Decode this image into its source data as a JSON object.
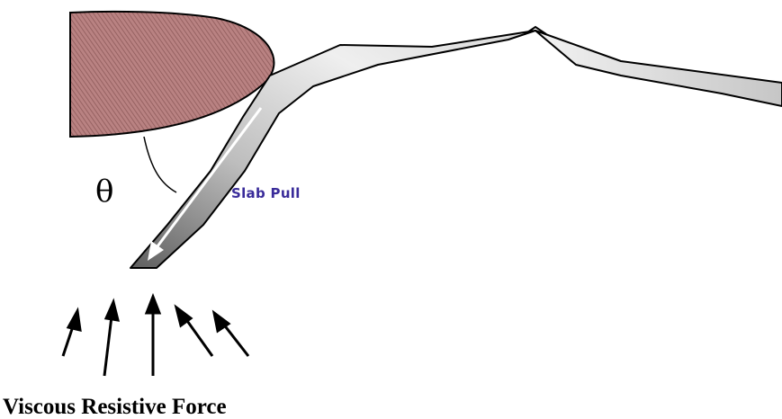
{
  "labels": {
    "angle": "θ",
    "slab_pull": "Slab Pull",
    "viscous_force": "Viscous Resistive Force"
  },
  "colors": {
    "overriding_plate_fill": "#b98282",
    "overriding_plate_hatch": "#8e5a5a",
    "slab_light": "#f4f4f4",
    "slab_dark": "#6e6e6e",
    "slab_pull_text": "#3a2c9a",
    "outline": "#000000",
    "pull_arrow": "#ffffff"
  },
  "icons": {
    "pull_arrow": "arrow-down-left-icon",
    "force_arrows": "arrow-up-icon"
  }
}
